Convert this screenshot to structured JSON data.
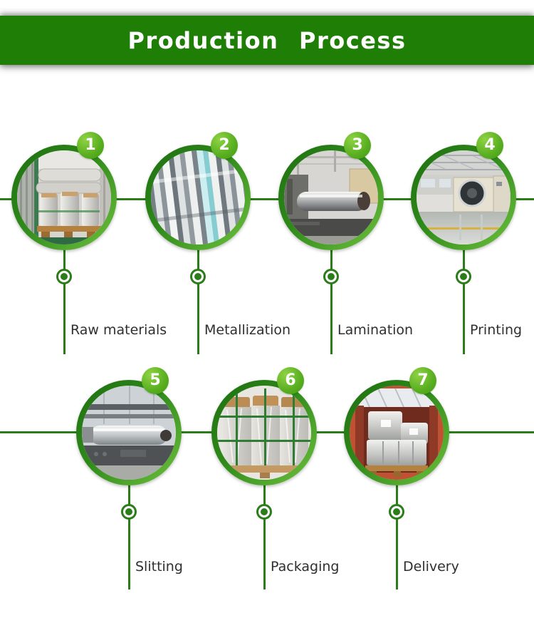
{
  "header": {
    "title": "Production Process",
    "background_color": "#1e7e05",
    "text_color": "#ffffff"
  },
  "colors": {
    "connector_green": "#2b7d1a",
    "ring_gradient_dark": "#1d6e10",
    "ring_gradient_light": "#6fc23e",
    "badge_green_light": "#8ed344",
    "badge_green_dark": "#3e9a0f",
    "label_text": "#2f2f2f",
    "page_background": "#ffffff"
  },
  "steps": [
    {
      "number": "1",
      "label": "Raw materials",
      "photo": "rolls-in-shipping-container"
    },
    {
      "number": "2",
      "label": "Metallization",
      "photo": "metallic-slitted-discs"
    },
    {
      "number": "3",
      "label": "Lamination",
      "photo": "lamination-machine-with-roll"
    },
    {
      "number": "4",
      "label": "Printing",
      "photo": "printing-machine-factory-hall"
    },
    {
      "number": "5",
      "label": "Slitting",
      "photo": "slitting-machine-silver-roll"
    },
    {
      "number": "6",
      "label": "Packaging",
      "photo": "wrapped-rolls-green-straps"
    },
    {
      "number": "7",
      "label": "Delivery",
      "photo": "loaded-container-drums"
    }
  ]
}
